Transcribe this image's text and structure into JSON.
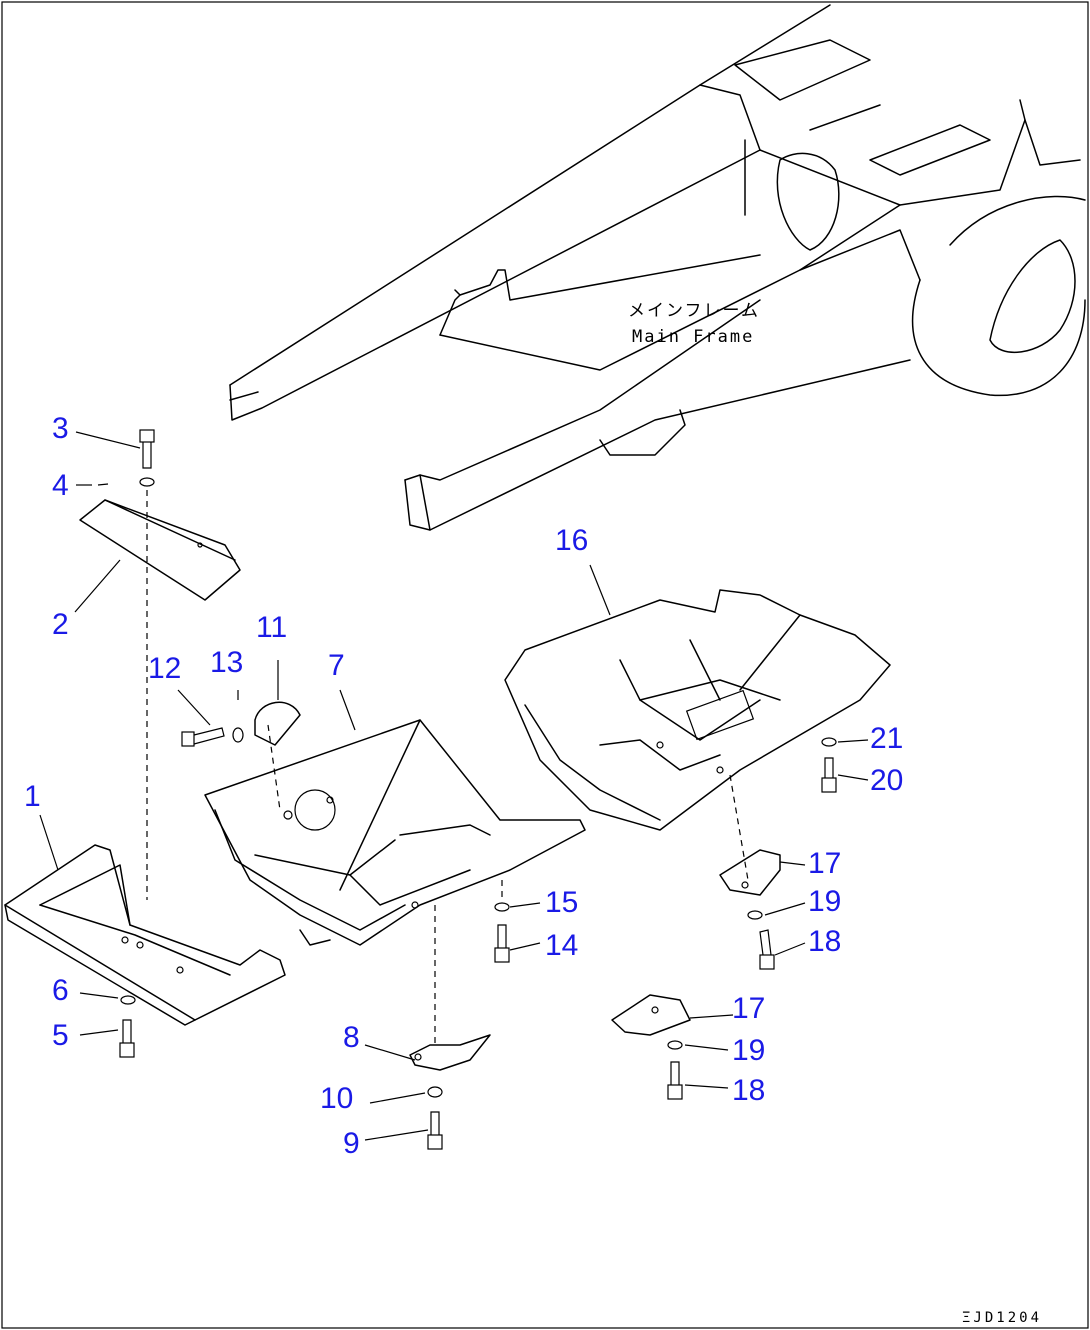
{
  "diagram": {
    "main_frame": {
      "label_jp": "メインフレーム",
      "label_en": "Main Frame"
    },
    "drawing_code": "ΞJD1204",
    "callouts": [
      "1",
      "2",
      "3",
      "4",
      "5",
      "6",
      "7",
      "8",
      "9",
      "10",
      "11",
      "12",
      "13",
      "14",
      "15",
      "16",
      "17",
      "18",
      "19",
      "20",
      "21"
    ],
    "callouts_repeat": {
      "c17b": "17",
      "c18b": "18",
      "c19b": "19"
    },
    "colors": {
      "callout": "#1a1ae6",
      "line": "#000000",
      "background": "#ffffff"
    }
  }
}
